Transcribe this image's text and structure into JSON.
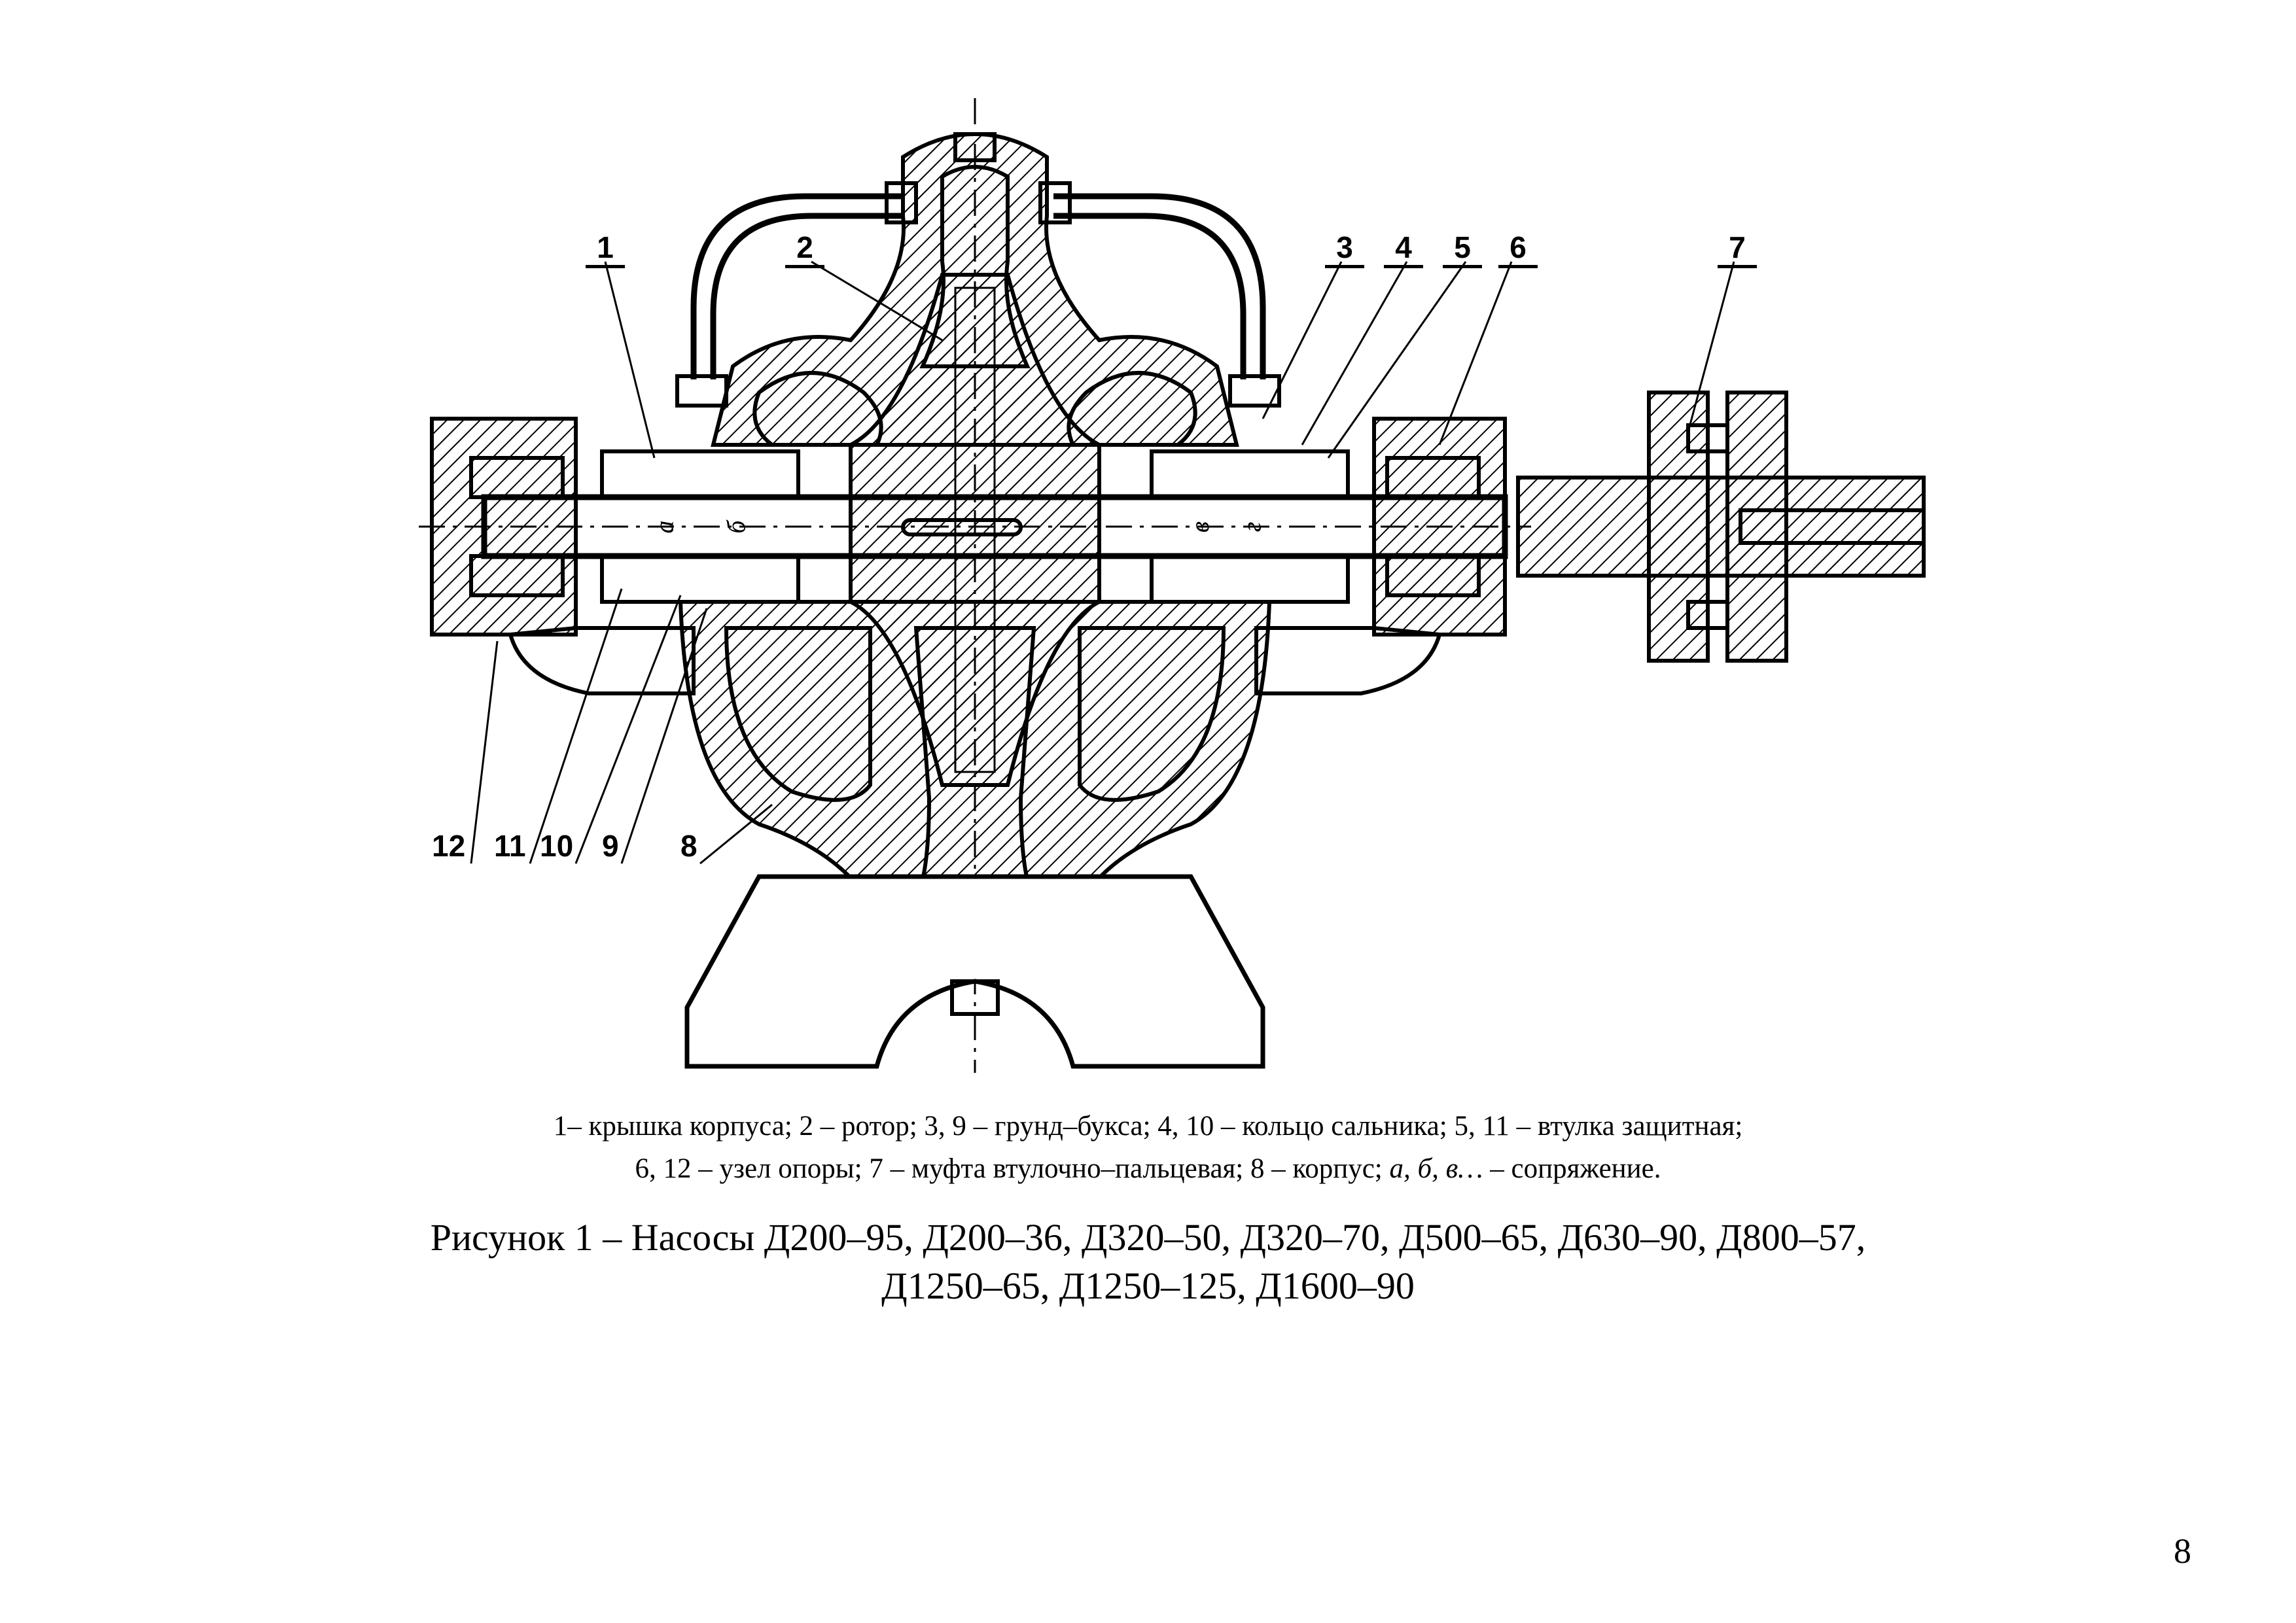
{
  "callouts": {
    "c1": "1",
    "c2": "2",
    "c3": "3",
    "c4": "4",
    "c5": "5",
    "c6": "6",
    "c7": "7",
    "c8": "8",
    "c9": "9",
    "c10": "10",
    "c11": "11",
    "c12": "12"
  },
  "marks": {
    "a": "а",
    "b": "б",
    "v": "в",
    "g": "г"
  },
  "legend": {
    "line1": "1– крышка  корпуса; 2 – ротор; 3, 9 – грунд–букса;  4, 10 – кольцо сальника; 5, 11 – втулка защитная;",
    "line2_start": "6, 12 – узел опоры; 7 – муфта  втулочно–пальцевая; 8 – корпус; ",
    "line2_italic": "а, б, в…",
    "line2_end": " – сопряжение."
  },
  "caption": {
    "line1": "Рисунок 1 – Насосы Д200–95, Д200–36, Д320–50, Д320–70, Д500–65, Д630–90, Д800–57,",
    "line2": "Д1250–65, Д1250–125, Д1600–90"
  },
  "page_number": "8"
}
